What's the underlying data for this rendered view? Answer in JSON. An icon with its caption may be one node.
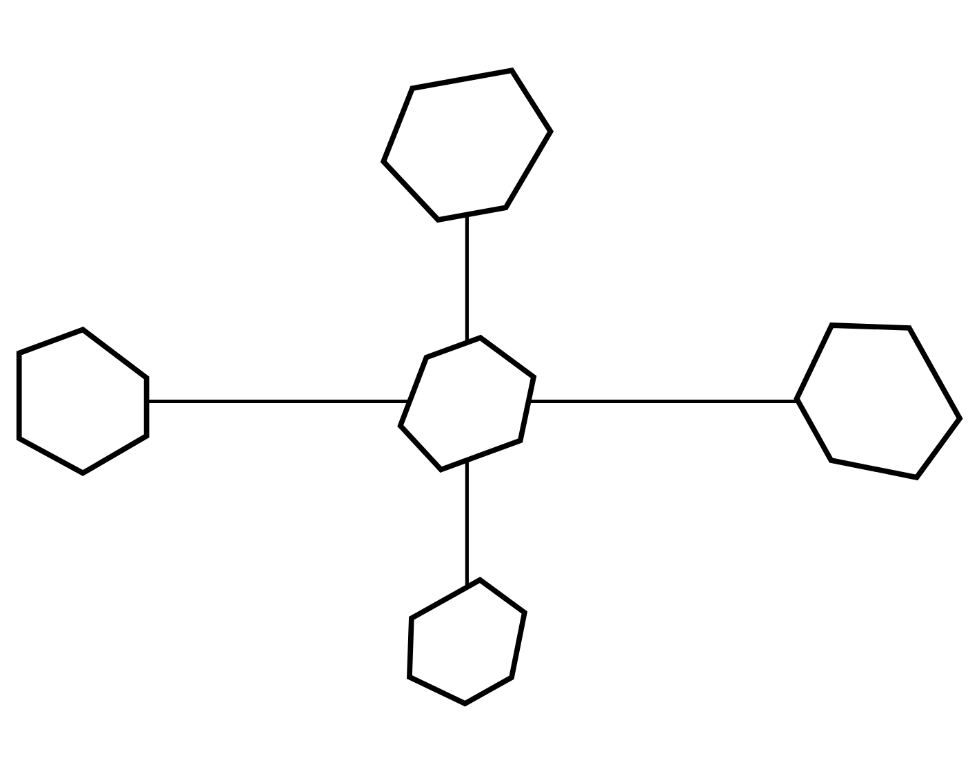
{
  "diagram": {
    "nodes": [
      {
        "text": [],
        "shape": "polygon"
      },
      {
        "text": [],
        "shape": "polygon"
      },
      {
        "text": [],
        "shape": "polygon"
      },
      {
        "text": [],
        "shape": "polygon"
      },
      {
        "text": [],
        "shape": "polygon"
      }
    ],
    "edges": [
      {
        "from": 0,
        "to": 2,
        "arrow": "none"
      },
      {
        "from": 1,
        "to": 2,
        "arrow": "none"
      },
      {
        "from": 2,
        "to": 3,
        "arrow": "none"
      },
      {
        "from": 2,
        "to": 4,
        "arrow": "none"
      }
    ]
  }
}
